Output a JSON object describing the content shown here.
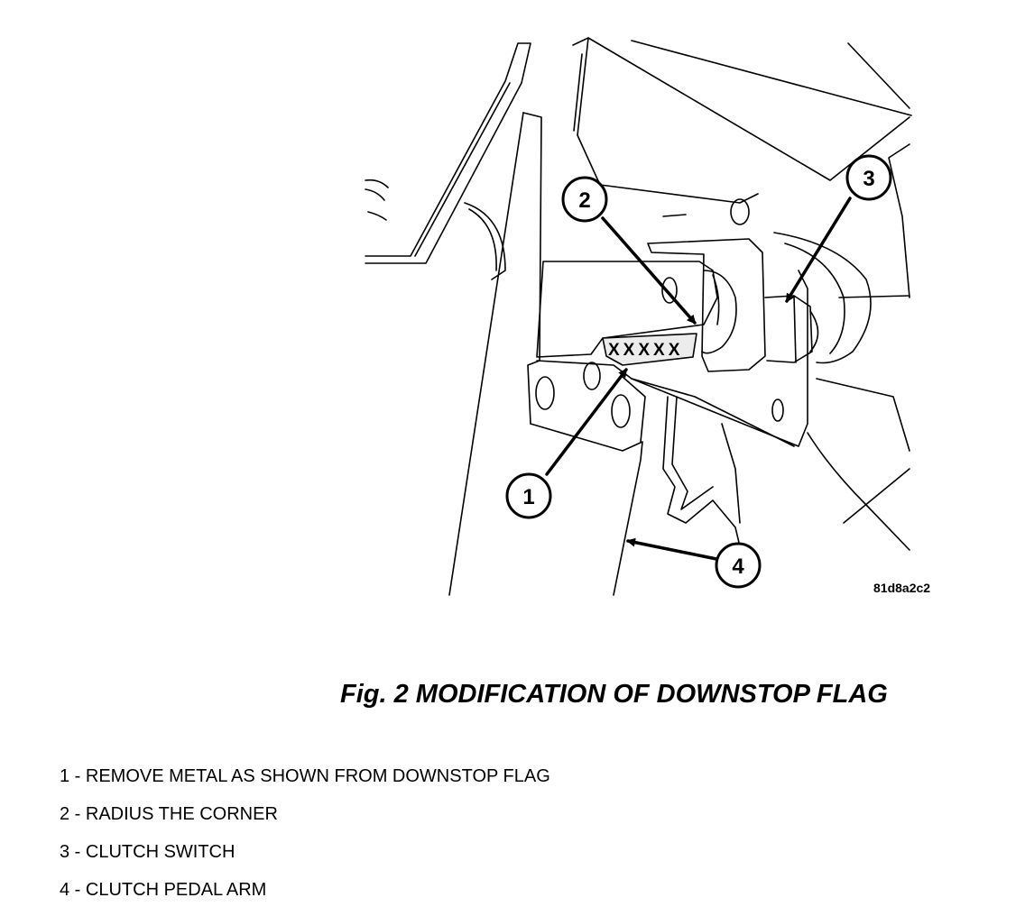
{
  "figure": {
    "code": "81d8a2c2",
    "caption": "Fig. 2 MODIFICATION OF DOWNSTOP FLAG",
    "marking": "XXXXX"
  },
  "callouts": [
    {
      "number": "1"
    },
    {
      "number": "2"
    },
    {
      "number": "3"
    },
    {
      "number": "4"
    }
  ],
  "legend": [
    {
      "text": "1 - REMOVE METAL AS SHOWN FROM DOWNSTOP FLAG"
    },
    {
      "text": "2 - RADIUS THE CORNER"
    },
    {
      "text": "3 - CLUTCH SWITCH"
    },
    {
      "text": "4 - CLUTCH PEDAL ARM"
    }
  ]
}
